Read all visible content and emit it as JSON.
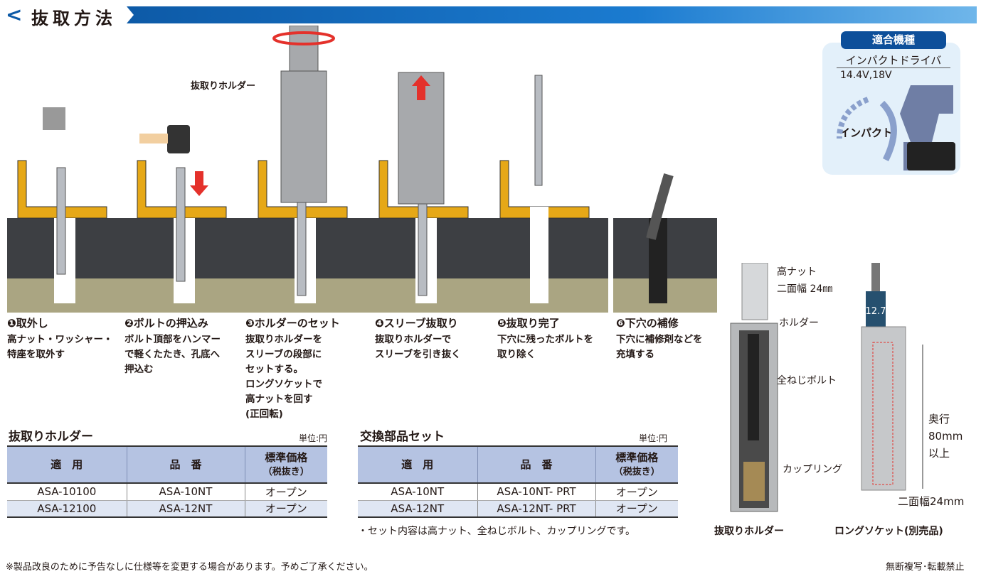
{
  "header": {
    "title": "抜取方法"
  },
  "illustration": {
    "holder_callout": "抜取りホルダー"
  },
  "compatible": {
    "badge": "適合機種",
    "tool": "インパクトドライバ",
    "voltage": "14.4V,18V",
    "impact": "インパクト"
  },
  "steps": [
    {
      "num": "❶",
      "title": "取外し",
      "desc": [
        "高ナット・ワッシャー・",
        "特座を取外す"
      ]
    },
    {
      "num": "❷",
      "title": "ボルトの押込み",
      "desc": [
        "ボルト頂部をハンマー",
        "で軽くたたき、孔底へ",
        "押込む"
      ]
    },
    {
      "num": "❸",
      "title": "ホルダーのセット",
      "desc": [
        "抜取りホルダーを",
        "スリーブの段部に",
        "セットする。",
        "ロングソケットで",
        "高ナットを回す",
        "(正回転)"
      ]
    },
    {
      "num": "❹",
      "title": "スリーブ抜取り",
      "desc": [
        "抜取りホルダーで",
        "スリーブを引き抜く"
      ]
    },
    {
      "num": "❺",
      "title": "抜取り完了",
      "desc": [
        "下穴に残ったボルトを",
        "取り除く"
      ]
    },
    {
      "num": "❻",
      "title": "下穴の補修",
      "desc": [
        "下穴に補修剤などを",
        "充填する"
      ]
    }
  ],
  "holder_table": {
    "title": "抜取りホルダー",
    "unit": "単位:円",
    "headers": [
      "適　用",
      "品　番",
      "標準価格",
      "（税抜き）"
    ],
    "rows": [
      [
        "ASA-10100",
        "ASA-10NT",
        "オープン"
      ],
      [
        "ASA-12100",
        "ASA-12NT",
        "オープン"
      ]
    ]
  },
  "parts_table": {
    "title": "交換部品セット",
    "unit": "単位:円",
    "headers": [
      "適　用",
      "品　番",
      "標準価格",
      "（税抜き）"
    ],
    "rows": [
      [
        "ASA-10NT",
        "ASA-10NT- PRT",
        "オープン"
      ],
      [
        "ASA-12NT",
        "ASA-12NT- PRT",
        "オープン"
      ]
    ],
    "note": "・セット内容は高ナット、全ねじボルト、カップリングです。"
  },
  "holder_photo": {
    "labels": [
      "高ナット",
      "二面幅 24㎜",
      "ホルダー",
      "全ねじボルト",
      "カップリング"
    ],
    "caption": "抜取りホルダー"
  },
  "socket_photo": {
    "size_mark": "12.7",
    "depth": [
      "奥行",
      "80mm",
      "以上"
    ],
    "width": "二面幅24mm",
    "caption": "ロングソケット(別売品)"
  },
  "footer": {
    "note": "※製品改良のために予告なしに仕様等を変更する場合があります。予めご了承ください。",
    "copyright": "無断複写･転載禁止"
  }
}
